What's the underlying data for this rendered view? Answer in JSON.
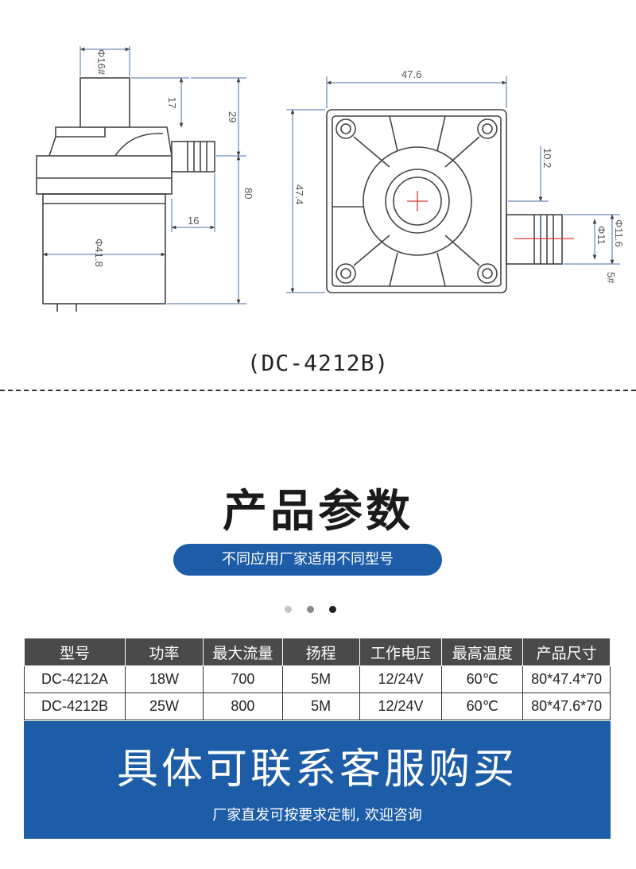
{
  "drawing": {
    "side_view_dims": [
      "Φ16#",
      "17",
      "29",
      "80",
      "16",
      "Φ41.8"
    ],
    "top_view_dims": [
      "47.6",
      "47.4",
      "10.2",
      "Φ11.6",
      "Φ11",
      "5#"
    ]
  },
  "model_caption": "(DC-4212B)",
  "section": {
    "title": "产品参数",
    "subtitle": "不同应用厂家适用不同型号"
  },
  "colors": {
    "accent": "#1d5da8",
    "header": "#4a4a4a"
  },
  "table": {
    "headers": [
      "型号",
      "功率",
      "最大流量",
      "扬程",
      "工作电压",
      "最高温度",
      "产品尺寸"
    ],
    "rows": [
      [
        "DC-4212A",
        "18W",
        "700",
        "5M",
        "12/24V",
        "60℃",
        "80*47.4*70"
      ],
      [
        "DC-4212B",
        "25W",
        "800",
        "5M",
        "12/24V",
        "60℃",
        "80*47.6*70"
      ]
    ]
  },
  "banner": {
    "main": "具体可联系客服购买",
    "sub": "厂家直发可按要求定制, 欢迎咨询"
  }
}
